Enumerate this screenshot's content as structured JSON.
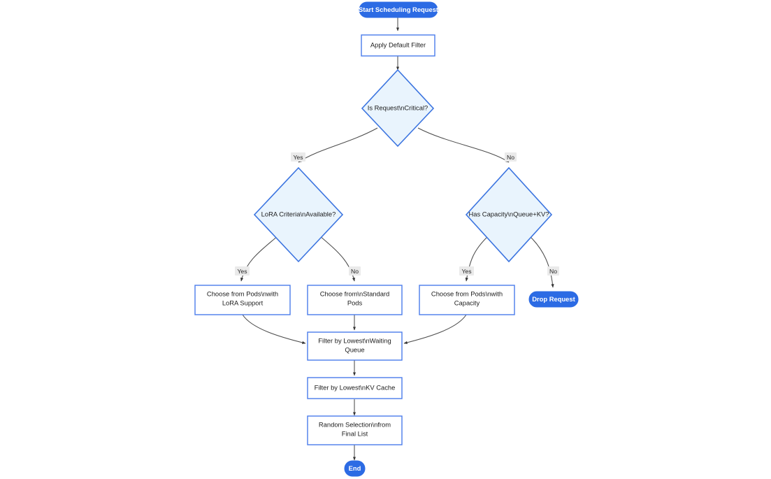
{
  "diagram": {
    "title": "Scheduling Request Flowchart",
    "background": "#ffffff",
    "colors": {
      "terminal_fill": "#2c6be4",
      "terminal_text": "#ffffff",
      "process_fill": "#ffffff",
      "process_stroke": "#4a7ceb",
      "decision_fill": "#e9f4fd",
      "decision_stroke": "#3b74e0",
      "edge_stroke": "#4c4c4c",
      "edge_label_bg": "#eaeaea",
      "node_text": "#1b1b1b"
    },
    "nodes": {
      "start": {
        "label": "Start Scheduling Request",
        "shape": "stadium"
      },
      "apply_default_filter": {
        "label": "Apply Default Filter",
        "shape": "rect"
      },
      "is_request_critical": {
        "label": "Is Request\\nCritical?",
        "shape": "diamond"
      },
      "lora_criteria_available": {
        "label": "LoRA Criteria\\nAvailable?",
        "shape": "diamond"
      },
      "has_capacity": {
        "label": "Has Capacity\\nQueue+KV?",
        "shape": "diamond"
      },
      "choose_pods_lora": {
        "label_line1": "Choose from Pods\\nwith",
        "label_line2": "LoRA Support",
        "shape": "rect"
      },
      "choose_standard_pods": {
        "label_line1": "Choose from\\nStandard",
        "label_line2": "Pods",
        "shape": "rect"
      },
      "choose_pods_capacity": {
        "label_line1": "Choose from Pods\\nwith",
        "label_line2": "Capacity",
        "shape": "rect"
      },
      "drop_request": {
        "label": "Drop Request",
        "shape": "stadium"
      },
      "filter_waiting_queue": {
        "label_line1": "Filter by Lowest\\nWaiting",
        "label_line2": "Queue",
        "shape": "rect"
      },
      "filter_kv_cache": {
        "label": "Filter by Lowest\\nKV Cache",
        "shape": "rect"
      },
      "random_selection": {
        "label_line1": "Random Selection\\nfrom",
        "label_line2": "Final List",
        "shape": "rect"
      },
      "end": {
        "label": "End",
        "shape": "stadium"
      }
    },
    "edge_labels": {
      "critical_yes": "Yes",
      "critical_no": "No",
      "lora_yes": "Yes",
      "lora_no": "No",
      "capacity_yes": "Yes",
      "capacity_no": "No"
    }
  }
}
